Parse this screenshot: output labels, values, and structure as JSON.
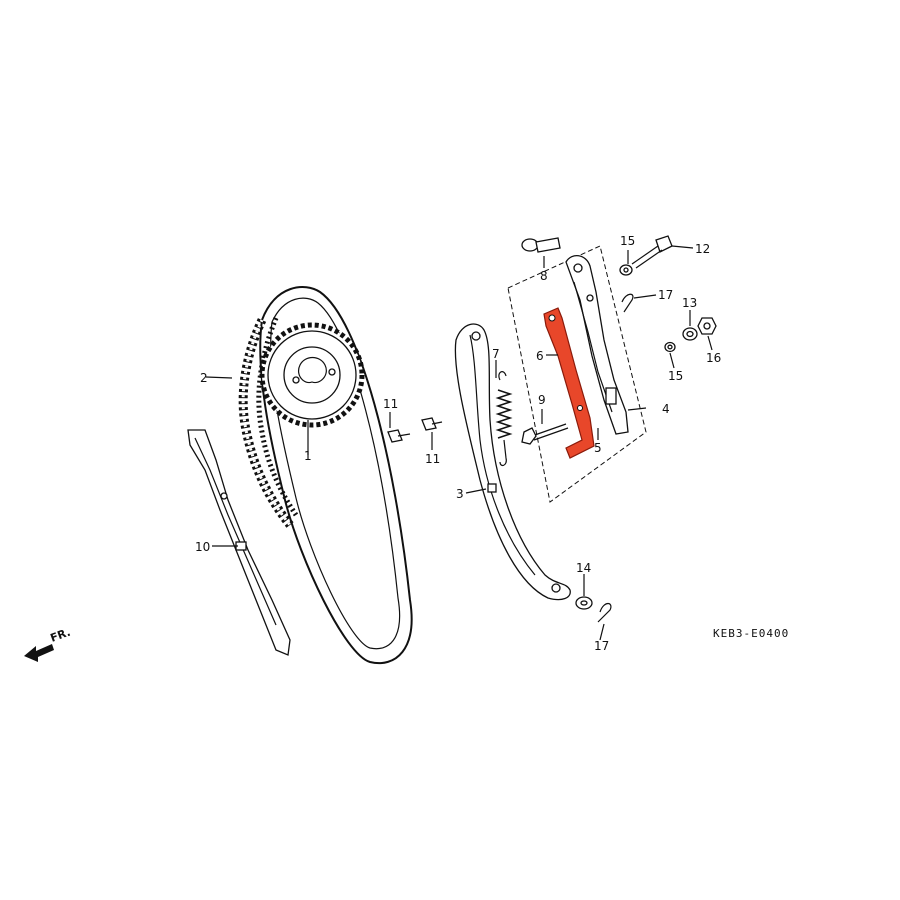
{
  "diagram": {
    "code": "KEB3-E0400",
    "front_label": "FR.",
    "highlight_color": "#e8472a",
    "parts": [
      {
        "number": "1"
      },
      {
        "number": "2"
      },
      {
        "number": "3"
      },
      {
        "number": "4"
      },
      {
        "number": "5"
      },
      {
        "number": "6"
      },
      {
        "number": "7"
      },
      {
        "number": "8"
      },
      {
        "number": "9"
      },
      {
        "number": "10"
      },
      {
        "number": "11"
      },
      {
        "number": "11"
      },
      {
        "number": "12"
      },
      {
        "number": "13"
      },
      {
        "number": "14"
      },
      {
        "number": "15"
      },
      {
        "number": "15"
      },
      {
        "number": "16"
      },
      {
        "number": "17"
      },
      {
        "number": "17"
      }
    ]
  }
}
